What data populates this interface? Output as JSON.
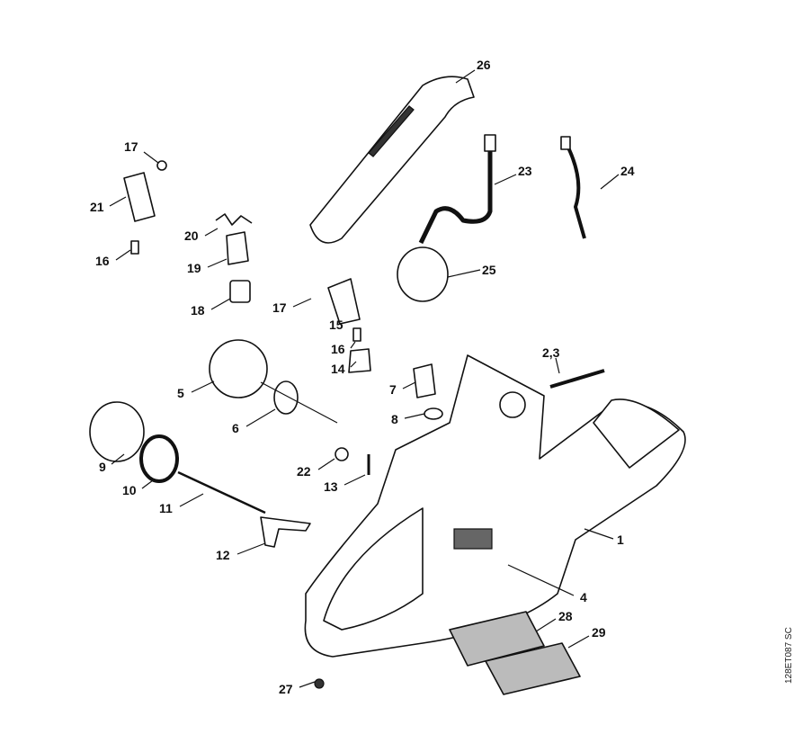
{
  "diagram": {
    "code": "128ET087 SC",
    "callouts": [
      {
        "id": "26",
        "text": "26"
      },
      {
        "id": "17a",
        "text": "17"
      },
      {
        "id": "21",
        "text": "21"
      },
      {
        "id": "23",
        "text": "23"
      },
      {
        "id": "24",
        "text": "24"
      },
      {
        "id": "20",
        "text": "20"
      },
      {
        "id": "19",
        "text": "19"
      },
      {
        "id": "16a",
        "text": "16"
      },
      {
        "id": "25",
        "text": "25"
      },
      {
        "id": "18",
        "text": "18"
      },
      {
        "id": "17b",
        "text": "17"
      },
      {
        "id": "15",
        "text": "15"
      },
      {
        "id": "16b",
        "text": "16"
      },
      {
        "id": "14",
        "text": "14"
      },
      {
        "id": "2_3",
        "text": "2,3"
      },
      {
        "id": "7",
        "text": "7"
      },
      {
        "id": "5",
        "text": "5"
      },
      {
        "id": "8",
        "text": "8"
      },
      {
        "id": "6",
        "text": "6"
      },
      {
        "id": "9",
        "text": "9"
      },
      {
        "id": "22",
        "text": "22"
      },
      {
        "id": "13",
        "text": "13"
      },
      {
        "id": "10",
        "text": "10"
      },
      {
        "id": "11",
        "text": "11"
      },
      {
        "id": "1",
        "text": "1"
      },
      {
        "id": "12",
        "text": "12"
      },
      {
        "id": "4",
        "text": "4"
      },
      {
        "id": "28",
        "text": "28"
      },
      {
        "id": "29",
        "text": "29"
      },
      {
        "id": "27",
        "text": "27"
      }
    ]
  }
}
